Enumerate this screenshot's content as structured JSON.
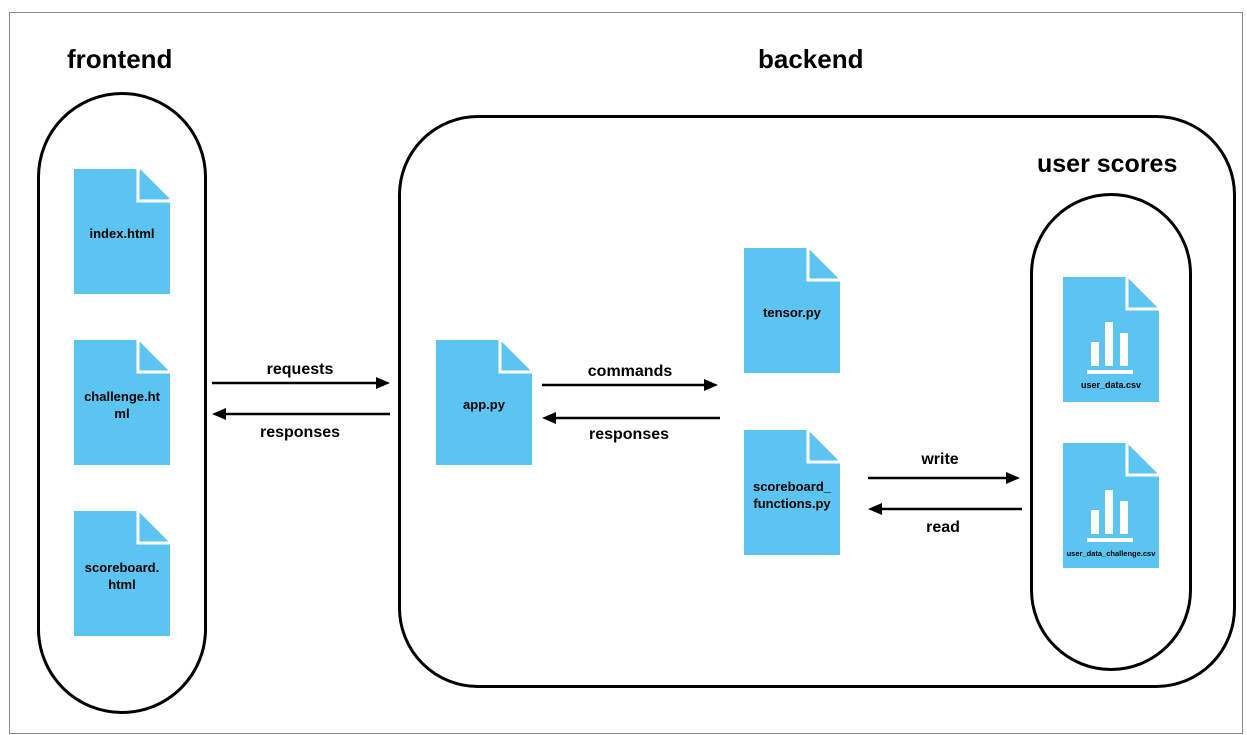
{
  "headings": {
    "frontend": "frontend",
    "backend": "backend",
    "user_scores": "user scores"
  },
  "files": {
    "index": "index.html",
    "challenge": "challenge.ht ml",
    "scoreboard": "scoreboard. html",
    "app": "app.py",
    "tensor": "tensor.py",
    "scoreboard_functions": "scoreboard_ functions.py",
    "user_data": "user_data.csv",
    "user_data_challenge": "user_data_challenge.csv"
  },
  "arrows": {
    "requests": "requests",
    "responses_front": "responses",
    "commands": "commands",
    "responses_back": "responses",
    "write": "write",
    "read": "read"
  },
  "colors": {
    "file_fill": "#5BC4F1",
    "stroke": "#000000",
    "frame": "#8a8a8a",
    "chart_icon": "#ffffff"
  }
}
